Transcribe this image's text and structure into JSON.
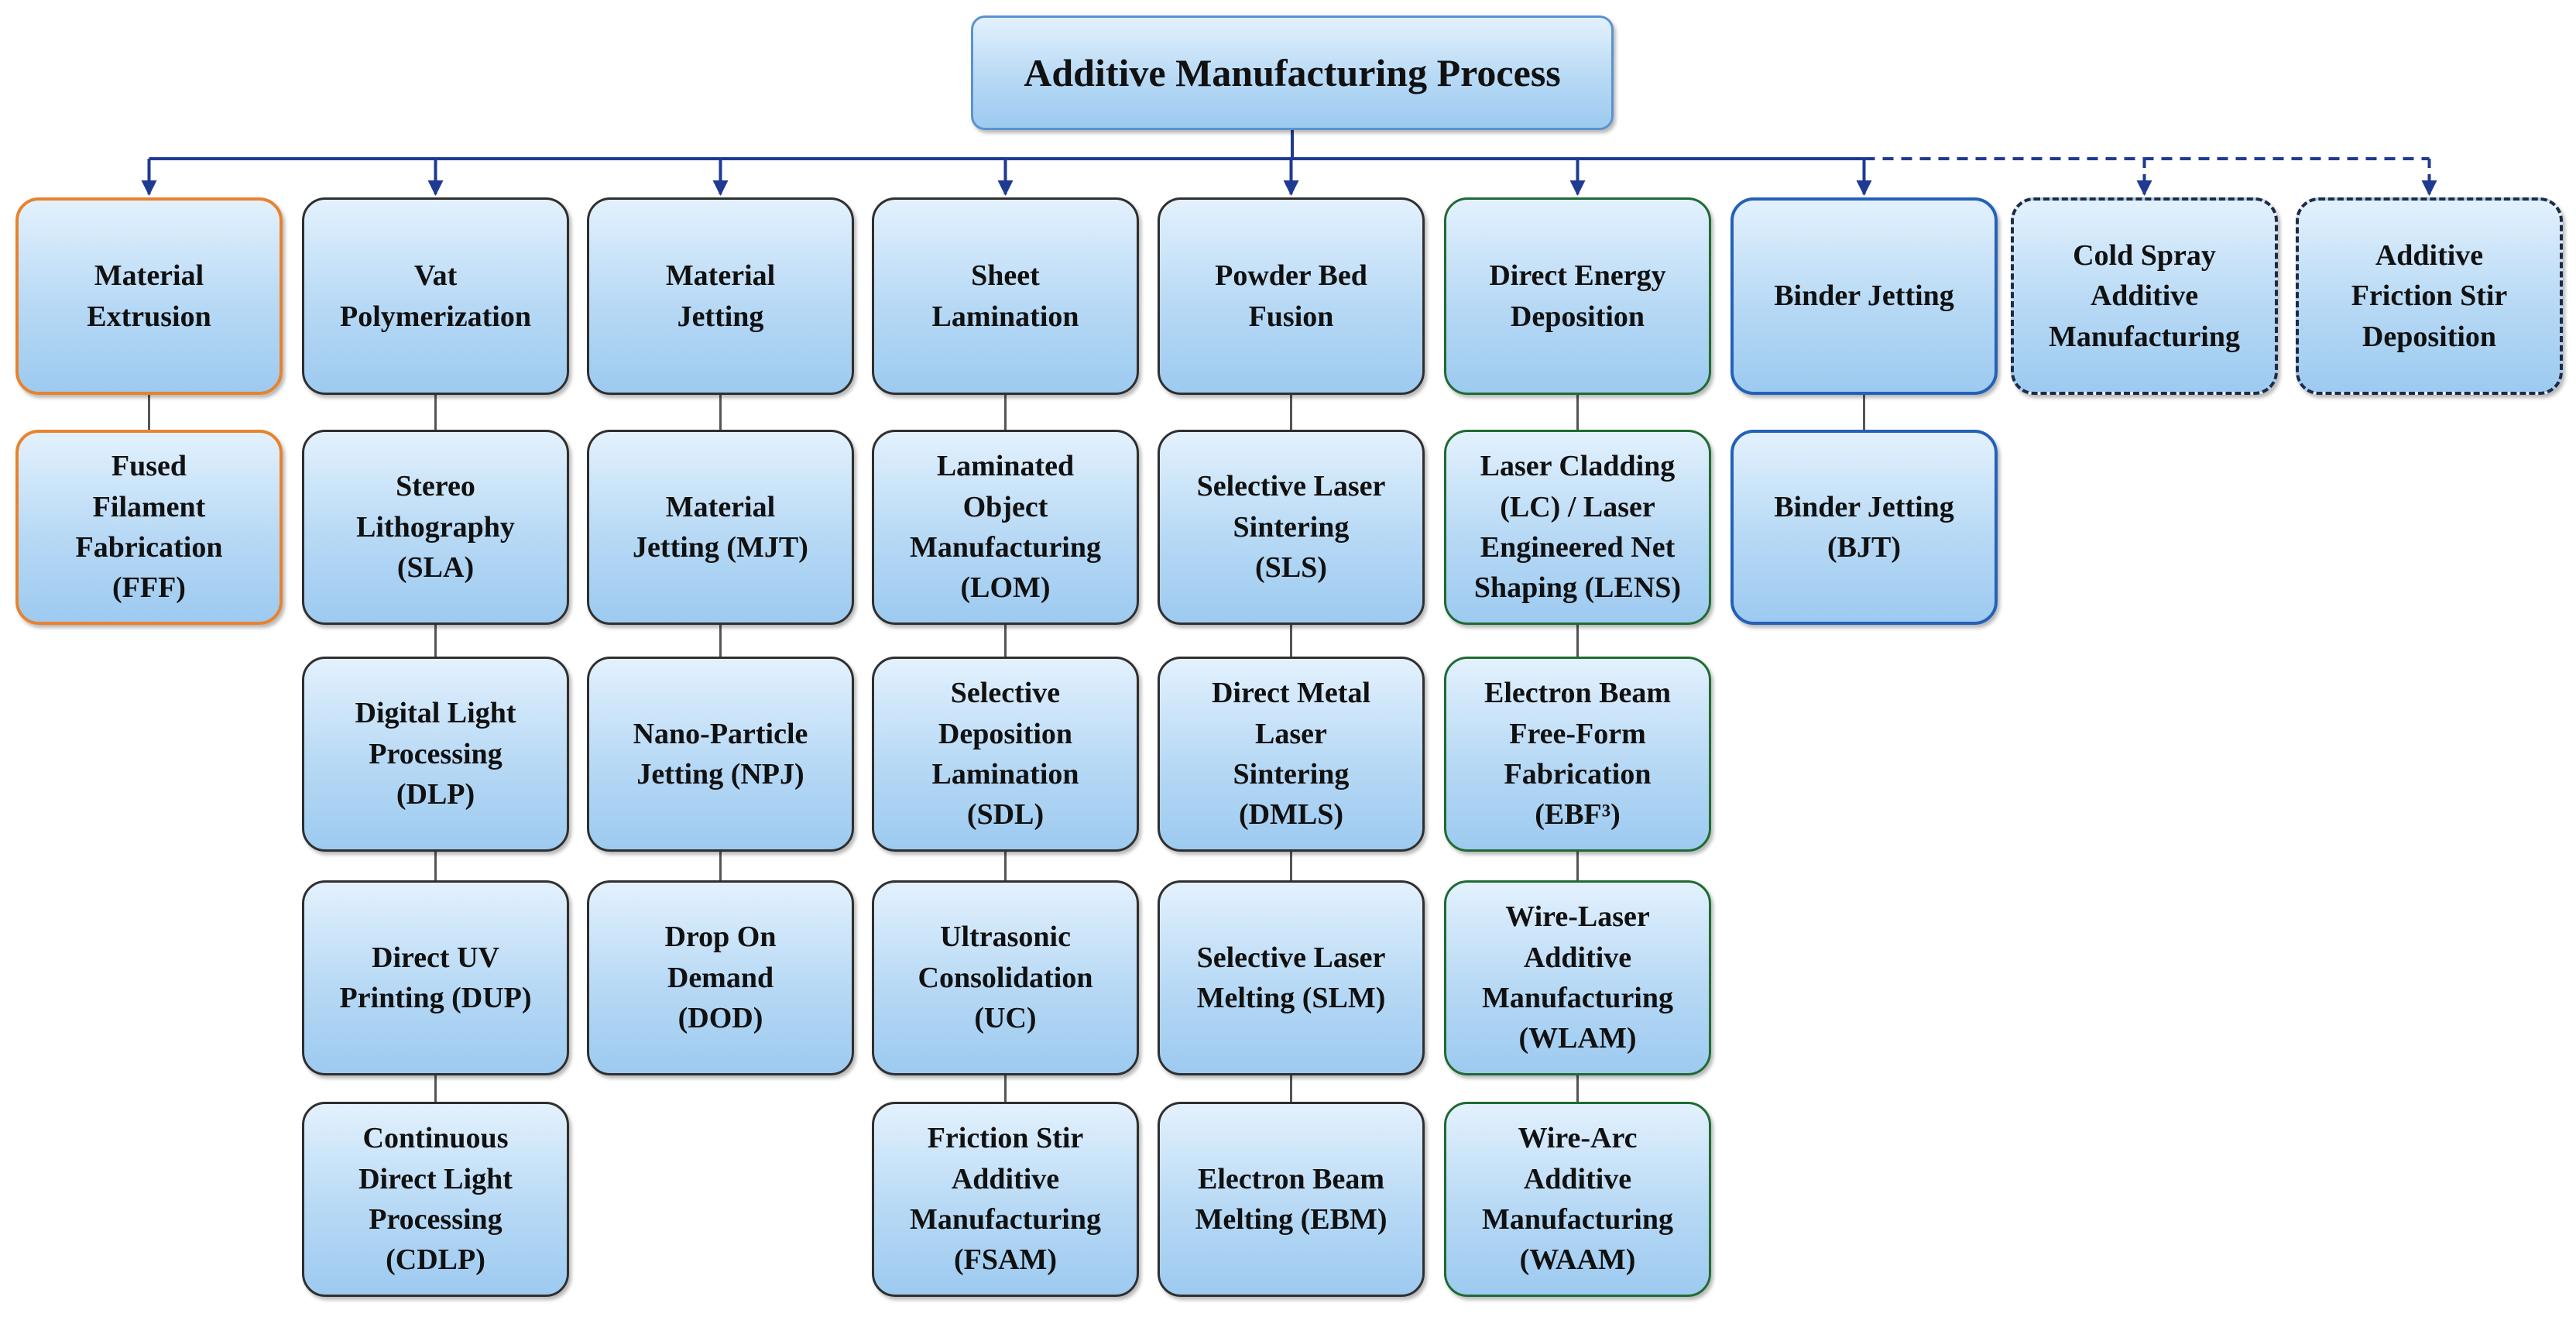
{
  "root": "Additive Manufacturing Process",
  "categories": [
    {
      "label": "Material\nExtrusion",
      "style": "orange",
      "connector": "solid",
      "processes": [
        "Fused\nFilament\nFabrication\n(FFF)"
      ]
    },
    {
      "label": "Vat\nPolymerization",
      "style": "default",
      "connector": "solid",
      "processes": [
        "Stereo\nLithography\n(SLA)",
        "Digital Light\nProcessing\n(DLP)",
        "Direct UV\nPrinting (DUP)",
        "Continuous\nDirect Light\nProcessing\n(CDLP)"
      ]
    },
    {
      "label": "Material\nJetting",
      "style": "default",
      "connector": "solid",
      "processes": [
        "Material\nJetting (MJT)",
        "Nano-Particle\nJetting (NPJ)",
        "Drop On\nDemand\n(DOD)"
      ]
    },
    {
      "label": "Sheet\nLamination",
      "style": "default",
      "connector": "solid",
      "processes": [
        "Laminated\nObject\nManufacturing\n(LOM)",
        "Selective\nDeposition\nLamination\n(SDL)",
        "Ultrasonic\nConsolidation\n(UC)",
        "Friction Stir\nAdditive\nManufacturing\n(FSAM)"
      ]
    },
    {
      "label": "Powder Bed\nFusion",
      "style": "default",
      "connector": "solid",
      "processes": [
        "Selective Laser\nSintering\n(SLS)",
        "Direct Metal\nLaser\nSintering\n(DMLS)",
        "Selective Laser\nMelting (SLM)",
        "Electron Beam\nMelting (EBM)"
      ]
    },
    {
      "label": "Direct Energy\nDeposition",
      "style": "green",
      "connector": "solid",
      "processes": [
        "Laser Cladding\n(LC) / Laser\nEngineered Net\nShaping (LENS)",
        "Electron Beam\nFree-Form\nFabrication\n(EBF³)",
        "Wire-Laser\nAdditive\nManufacturing\n(WLAM)",
        "Wire-Arc\nAdditive\nManufacturing\n(WAAM)"
      ]
    },
    {
      "label": "Binder Jetting",
      "style": "blue",
      "connector": "solid",
      "processes": [
        "Binder Jetting\n(BJT)"
      ]
    },
    {
      "label": "Cold Spray\nAdditive\nManufacturing",
      "style": "dashed",
      "connector": "dashed",
      "processes": []
    },
    {
      "label": "Additive\nFriction Stir\nDeposition",
      "style": "dashed",
      "connector": "dashed",
      "processes": []
    }
  ],
  "colors": {
    "connector": "#1f3a93",
    "link": "#555555",
    "border_default": "#2f2f2f",
    "border_orange": "#e8822e",
    "border_green": "#1f6b33",
    "border_blue": "#2461b8",
    "fill_top": "#e3f1fd",
    "fill_bottom": "#9dcaf0"
  }
}
